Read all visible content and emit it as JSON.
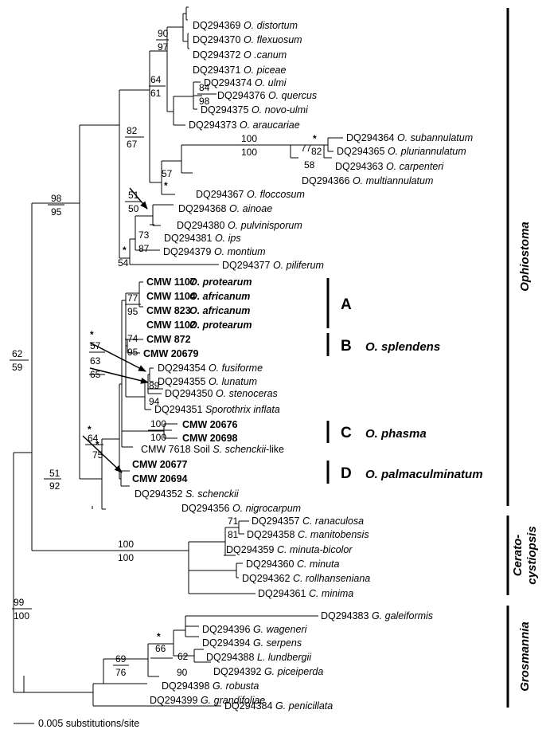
{
  "taxa": [
    {
      "key": "t1",
      "id": "DQ294369",
      "name": "O. distortum",
      "bold": false
    },
    {
      "key": "t2",
      "id": "DQ294370",
      "name": "O. flexuosum",
      "bold": false
    },
    {
      "key": "t3",
      "id": "DQ294372",
      "name": "O .canum",
      "bold": false
    },
    {
      "key": "t4",
      "id": "DQ294371",
      "name": "O. piceae",
      "bold": false
    },
    {
      "key": "t5",
      "id": "DQ294374",
      "name": "O. ulmi",
      "bold": false
    },
    {
      "key": "t6",
      "id": "DQ294376",
      "name": "O. quercus",
      "bold": false
    },
    {
      "key": "t7",
      "id": "DQ294375",
      "name": "O. novo-ulmi",
      "bold": false
    },
    {
      "key": "t8",
      "id": "DQ294373",
      "name": "O. araucariae",
      "bold": false
    },
    {
      "key": "t9",
      "id": "DQ294364",
      "name": "O. subannulatum",
      "bold": false
    },
    {
      "key": "t10",
      "id": "DQ294365",
      "name": "O. pluriannulatum",
      "bold": false
    },
    {
      "key": "t11",
      "id": "DQ294363",
      "name": "O. carpenteri",
      "bold": false
    },
    {
      "key": "t12",
      "id": "DQ294366",
      "name": "O. multiannulatum",
      "bold": false
    },
    {
      "key": "t13",
      "id": "DQ294367",
      "name": "O. floccosum",
      "bold": false
    },
    {
      "key": "t14",
      "id": "DQ294368",
      "name": "O. ainoae",
      "bold": false
    },
    {
      "key": "t15",
      "id": "DQ294380",
      "name": "O. pulvinisporum",
      "bold": false
    },
    {
      "key": "t16",
      "id": "DQ294381",
      "name": "O. ips",
      "bold": false
    },
    {
      "key": "t17",
      "id": "DQ294379",
      "name": "O. montium",
      "bold": false
    },
    {
      "key": "t18",
      "id": "DQ294377",
      "name": "O. piliferum",
      "bold": false
    },
    {
      "key": "t19",
      "id": "CMW 1107",
      "name": "O. protearum",
      "bold": true
    },
    {
      "key": "t20",
      "id": "CMW 1104",
      "name": "O. africanum",
      "bold": true
    },
    {
      "key": "t21",
      "id": "CMW 823",
      "name": "O. africanum",
      "bold": true
    },
    {
      "key": "t22",
      "id": "CMW 1102",
      "name": "O. protearum",
      "bold": true
    },
    {
      "key": "t23",
      "id": "CMW 872",
      "name": "",
      "bold": true
    },
    {
      "key": "t24",
      "id": "CMW 20679",
      "name": "",
      "bold": true
    },
    {
      "key": "t25",
      "id": "DQ294354",
      "name": "O. fusiforme",
      "bold": false
    },
    {
      "key": "t26",
      "id": "DQ294355",
      "name": "O. lunatum",
      "bold": false
    },
    {
      "key": "t27",
      "id": "DQ294350",
      "name": "O. stenoceras",
      "bold": false
    },
    {
      "key": "t28",
      "id": "DQ294351",
      "name": "Sporothrix inflata",
      "bold": false
    },
    {
      "key": "t29",
      "id": "CMW 20676",
      "name": "",
      "bold": true
    },
    {
      "key": "t30",
      "id": "CMW 20698",
      "name": "",
      "bold": true
    },
    {
      "key": "t31",
      "id": "CMW 7618 Soil",
      "name": "S. schenckii",
      "suffix": "-like",
      "bold": false
    },
    {
      "key": "t32",
      "id": "CMW 20677",
      "name": "",
      "bold": true
    },
    {
      "key": "t33",
      "id": "CMW 20694",
      "name": "",
      "bold": true
    },
    {
      "key": "t34",
      "id": "DQ294352",
      "name": "S. schenckii",
      "bold": false
    },
    {
      "key": "t35",
      "id": "DQ294356",
      "name": "O. nigrocarpum",
      "bold": false
    },
    {
      "key": "t36",
      "id": "DQ294357",
      "name": "C. ranaculosa",
      "bold": false
    },
    {
      "key": "t37",
      "id": "DQ294358",
      "name": "C. manitobensis",
      "bold": false
    },
    {
      "key": "t38",
      "id": "DQ294359",
      "name": "C. minuta-bicolor",
      "bold": false
    },
    {
      "key": "t39",
      "id": "DQ294360",
      "name": "C. minuta",
      "bold": false
    },
    {
      "key": "t40",
      "id": "DQ294362",
      "name": "C. rollhanseniana",
      "bold": false
    },
    {
      "key": "t41",
      "id": "DQ294361",
      "name": "C. minima",
      "bold": false
    },
    {
      "key": "t42",
      "id": "DQ294383",
      "name": "G. galeiformis",
      "bold": false
    },
    {
      "key": "t43",
      "id": "DQ294396",
      "name": "G. wageneri",
      "bold": false
    },
    {
      "key": "t44",
      "id": "DQ294394",
      "name": "G. serpens",
      "bold": false
    },
    {
      "key": "t45",
      "id": "DQ294388",
      "name": "L. lundbergii",
      "bold": false
    },
    {
      "key": "t46",
      "id": "DQ294392",
      "name": "G. piceiperda",
      "bold": false
    },
    {
      "key": "t47",
      "id": "DQ294398",
      "name": "G. robusta",
      "bold": false
    },
    {
      "key": "t48",
      "id": "DQ294399",
      "name": "G. grandifoliae",
      "bold": false
    },
    {
      "key": "t49",
      "id": "DQ294384",
      "name": "G. penicillata",
      "bold": false
    }
  ],
  "support": [
    {
      "key": "s_90",
      "text": "90"
    },
    {
      "key": "s_97",
      "text": "97"
    },
    {
      "key": "s_64",
      "text": "64"
    },
    {
      "key": "s_61",
      "text": "61"
    },
    {
      "key": "s_84",
      "text": "84"
    },
    {
      "key": "s_98",
      "text": "98"
    },
    {
      "key": "s_82",
      "text": "82"
    },
    {
      "key": "s_67",
      "text": "67"
    },
    {
      "key": "s_star1",
      "text": "*"
    },
    {
      "key": "s_82b",
      "text": "82"
    },
    {
      "key": "s_77",
      "text": "77"
    },
    {
      "key": "s_58",
      "text": "58"
    },
    {
      "key": "s_100a",
      "text": "100"
    },
    {
      "key": "s_100b",
      "text": "100"
    },
    {
      "key": "s_57",
      "text": "57"
    },
    {
      "key": "s_star2",
      "text": "*"
    },
    {
      "key": "s_98b",
      "text": "98"
    },
    {
      "key": "s_95",
      "text": "95"
    },
    {
      "key": "s_51",
      "text": "51"
    },
    {
      "key": "s_50",
      "text": "50"
    },
    {
      "key": "s_73",
      "text": "73"
    },
    {
      "key": "s_87",
      "text": "87"
    },
    {
      "key": "s_star3",
      "text": "*"
    },
    {
      "key": "s_54",
      "text": "54"
    },
    {
      "key": "s_77b",
      "text": "77"
    },
    {
      "key": "s_95b",
      "text": "95"
    },
    {
      "key": "s_74",
      "text": "74"
    },
    {
      "key": "s_95c",
      "text": "95"
    },
    {
      "key": "s_star4",
      "text": "*"
    },
    {
      "key": "s_57b",
      "text": "57"
    },
    {
      "key": "s_63",
      "text": "63"
    },
    {
      "key": "s_65",
      "text": "65"
    },
    {
      "key": "s_89",
      "text": "89"
    },
    {
      "key": "s_94",
      "text": "94"
    },
    {
      "key": "s_62",
      "text": "62"
    },
    {
      "key": "s_59",
      "text": "59"
    },
    {
      "key": "s_100c",
      "text": "100"
    },
    {
      "key": "s_100d",
      "text": "100"
    },
    {
      "key": "s_star5",
      "text": "*"
    },
    {
      "key": "s_64b",
      "text": "64"
    },
    {
      "key": "s_star6",
      "text": "*"
    },
    {
      "key": "s_75",
      "text": "75"
    },
    {
      "key": "s_51b",
      "text": "51"
    },
    {
      "key": "s_92",
      "text": "92"
    },
    {
      "key": "s_71",
      "text": "71"
    },
    {
      "key": "s_81",
      "text": "81"
    },
    {
      "key": "s_100e",
      "text": "100"
    },
    {
      "key": "s_100f",
      "text": "100"
    },
    {
      "key": "s_99",
      "text": "99"
    },
    {
      "key": "s_100g",
      "text": "100"
    },
    {
      "key": "s_star7",
      "text": "*"
    },
    {
      "key": "s_66",
      "text": "66"
    },
    {
      "key": "s_69",
      "text": "69"
    },
    {
      "key": "s_76",
      "text": "76"
    },
    {
      "key": "s_62b",
      "text": "62"
    },
    {
      "key": "s_90b",
      "text": "90"
    }
  ],
  "groups": [
    {
      "key": "A",
      "letter": "A",
      "name": ""
    },
    {
      "key": "B",
      "letter": "B",
      "name": "O. splendens"
    },
    {
      "key": "C",
      "letter": "C",
      "name": "O. phasma"
    },
    {
      "key": "D",
      "letter": "D",
      "name": "O. palmaculminatum"
    }
  ],
  "genera": [
    {
      "key": "ophiostoma",
      "name": "Ophiostoma"
    },
    {
      "key": "ceratocystiopsis",
      "line1": "Cerato-",
      "line2": "cystiopsis"
    },
    {
      "key": "grosmannia",
      "name": "Grosmannia"
    }
  ],
  "scale": {
    "label": "0.005 substitutions/site"
  }
}
